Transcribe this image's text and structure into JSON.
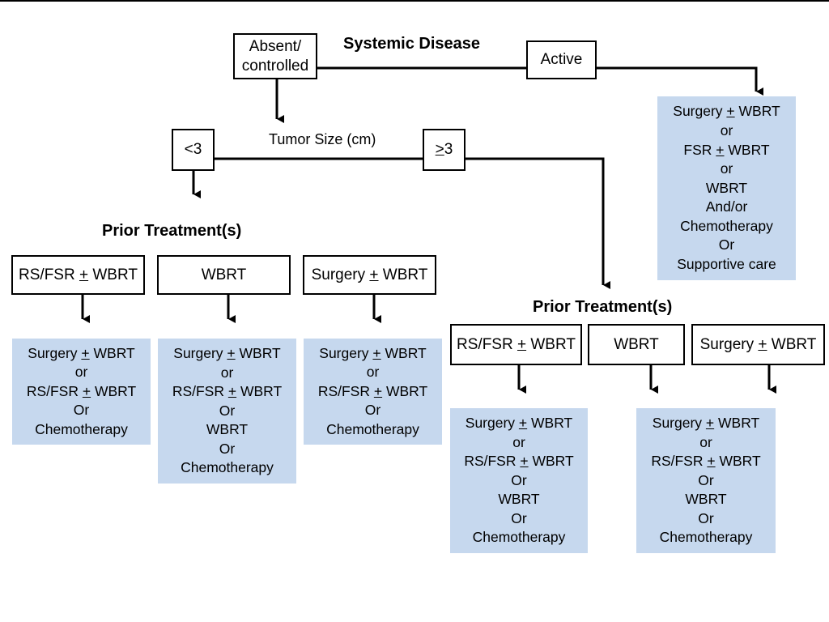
{
  "systemic": {
    "title": "Systemic Disease",
    "absent_label": "Absent/ controlled",
    "active_label": "Active",
    "active_options": [
      "Surgery + WBRT",
      "or",
      "FSR + WBRT",
      "or",
      "WBRT",
      "And/or",
      "Chemotherapy",
      "Or",
      "Supportive care"
    ]
  },
  "tumor": {
    "title": "Tumor Size (cm)",
    "small_label": "<3",
    "large_label": ">3"
  },
  "small_branch": {
    "title": "Prior Treatment(s)",
    "columns": [
      {
        "prior": "RS/FSR + WBRT",
        "options": [
          "Surgery + WBRT",
          "or",
          "RS/FSR + WBRT",
          "Or",
          "Chemotherapy"
        ]
      },
      {
        "prior": "WBRT",
        "options": [
          "Surgery + WBRT",
          "or",
          "RS/FSR + WBRT",
          "Or",
          "WBRT",
          "Or",
          "Chemotherapy"
        ]
      },
      {
        "prior": "Surgery + WBRT",
        "options": [
          "Surgery + WBRT",
          "or",
          "RS/FSR + WBRT",
          "Or",
          "Chemotherapy"
        ]
      }
    ]
  },
  "large_branch": {
    "title": "Prior Treatment(s)",
    "priors": [
      "RS/FSR + WBRT",
      "WBRT",
      "Surgery + WBRT"
    ],
    "panels": [
      {
        "options": [
          "Surgery + WBRT",
          "or",
          "RS/FSR + WBRT",
          "Or",
          "WBRT",
          "Or",
          "Chemotherapy"
        ]
      },
      {
        "options": [
          "Surgery + WBRT",
          "or",
          "RS/FSR + WBRT",
          "Or",
          "WBRT",
          "Or",
          "Chemotherapy"
        ]
      }
    ]
  },
  "colors": {
    "panel_fill": "#c6d8ee",
    "line": "#000000"
  }
}
